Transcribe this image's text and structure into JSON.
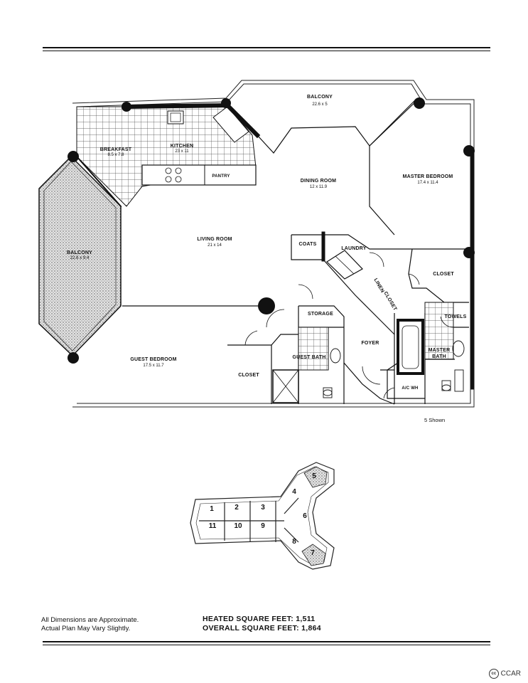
{
  "rooms": {
    "balcony_top": {
      "name": "BALCONY",
      "dims": "22.6 x 5"
    },
    "kitchen": {
      "name": "KITCHEN",
      "dims": "23 x 11"
    },
    "breakfast": {
      "name": "BREAKFAST",
      "dims": "8.5 x 7.8"
    },
    "pantry": {
      "name": "PANTRY"
    },
    "dining": {
      "name": "DINING ROOM",
      "dims": "12 x 11.9"
    },
    "master_bedroom": {
      "name": "MASTER BEDROOM",
      "dims": "17.4 x 11.4"
    },
    "balcony_left": {
      "name": "BALCONY",
      "dims": "22.6 x 9.4"
    },
    "living": {
      "name": "LIVING ROOM",
      "dims": "21 x 14"
    },
    "coats": {
      "name": "COATS"
    },
    "laundry": {
      "name": "LAUNDRY"
    },
    "closet_master": {
      "name": "CLOSET"
    },
    "linen": {
      "name": "LINEN"
    },
    "closet_linen": {
      "name": "CLOSET"
    },
    "towels": {
      "name": "TOWELS"
    },
    "storage": {
      "name": "STORAGE"
    },
    "foyer": {
      "name": "FOYER"
    },
    "master_bath": {
      "name": "MASTER",
      "name2": "BATH"
    },
    "guest_bath": {
      "name": "GUEST BATH"
    },
    "guest_bedroom": {
      "name": "GUEST BEDROOM",
      "dims": "17.5 x 11.7"
    },
    "closet_guest": {
      "name": "CLOSET"
    },
    "acwh": {
      "name": "A/C WH"
    }
  },
  "shown_note": "5 Shown",
  "key_plan_units": [
    "1",
    "2",
    "3",
    "4",
    "5",
    "6",
    "7",
    "8",
    "9",
    "10",
    "11"
  ],
  "footnote": {
    "line1": "All Dimensions are Approximate.",
    "line2": "Actual Plan May Vary Slightly."
  },
  "heated": "HEATED SQUARE FEET: 1,511",
  "overall": "OVERALL SQUARE FEET: 1,864",
  "license": "CCAR"
}
